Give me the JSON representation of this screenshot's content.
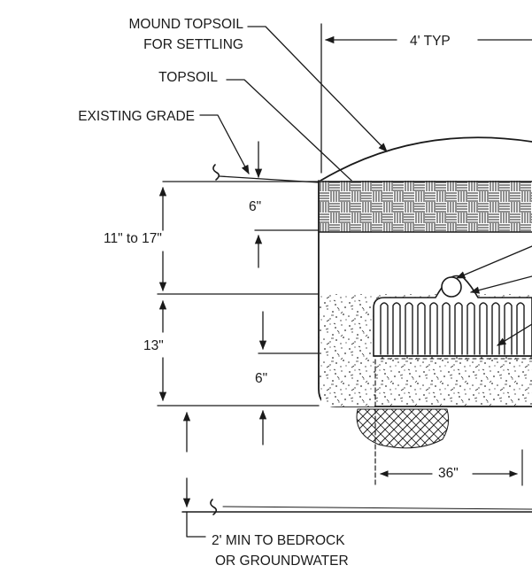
{
  "labels": {
    "mound_topsoil_line1": "MOUND TOPSOIL",
    "mound_topsoil_line2": "FOR SETTLING",
    "topsoil": "TOPSOIL",
    "existing_grade": "EXISTING GRADE",
    "width_typ": "4' TYP",
    "six_top": "6\"",
    "range_11_17": "11\" to 17\"",
    "thirteen": "13\"",
    "six_bottom": "6\"",
    "thirty_six": "36\"",
    "bedrock_line1": "2' MIN TO BEDROCK",
    "bedrock_line2": "OR GROUNDWATER"
  }
}
